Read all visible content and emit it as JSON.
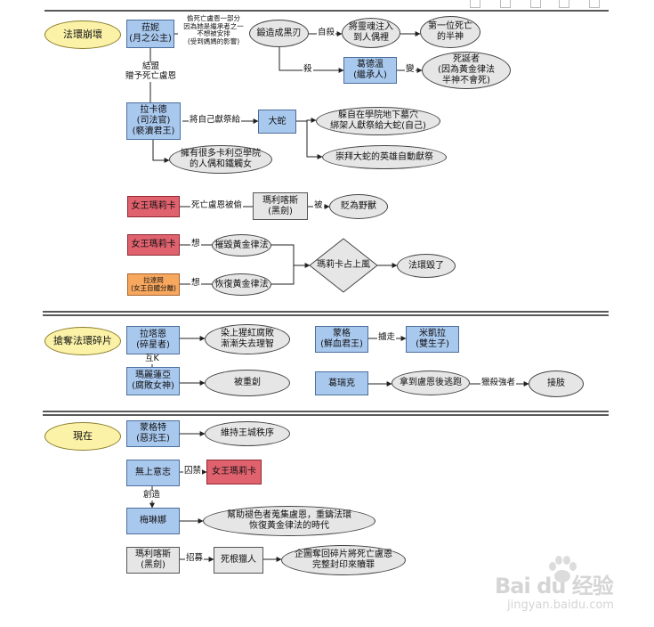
{
  "sections": [
    {
      "label": "法環崩壞"
    },
    {
      "label": "搶奪法環碎片"
    },
    {
      "label": "現在"
    }
  ],
  "nodes": {
    "ranni": "菈妮\n(月之公主)",
    "ranni_note": "偷死亡盧恩一部分\n因為她是繼承者之一\n不想被安排\n(受到媽媽的影響)",
    "forge": "鍛造成黑刃",
    "transfer": "將靈魂注入\n到人偶裡",
    "demigod": "第一位死亡\n的半神",
    "godwyn": "葛德溫\n(繼承人)",
    "born_dead": "死誕者\n(因為黃金律法\n半神不會死)",
    "rykard": "拉卡德\n(司法官)\n(褻瀆君王)",
    "serpent": "大蛇",
    "hide": "躲自在學院地下墓穴\n綁架人獻祭給大蛇(自己)",
    "hero": "崇拜大蛇的英雄自動獻祭",
    "puppets": "擁有很多卡利亞學院\n的人偶和鐵觸女",
    "marika1": "女王瑪莉卡",
    "maliketh": "瑪利喀斯\n(黑劍)",
    "beast": "貶為野獸",
    "marika2": "女王瑪莉卡",
    "radagon": "拉達岡\n(女王自體分離)",
    "destroy_law": "摧毀黃金律法",
    "restore_law": "恢復黃金律法",
    "marika_top": "瑪莉卡占上風",
    "ring_broken": "法環毀了",
    "radahn": "拉塔恩\n(碎星者)",
    "rot": "染上猩紅腐敗\n漸漸失去理智",
    "mohg": "蒙格\n(鮮血君王)",
    "miquella": "米凱拉\n(雙生子)",
    "malenia": "瑪麗蓮亞\n(腐敗女神)",
    "wounded": "被重創",
    "godrick": "葛瑞克",
    "flee": "拿到盧恩後逃跑",
    "graft": "接肢",
    "morgott": "蒙格特\n(惡兆王)",
    "guard": "維持王城秩序",
    "nameless": "無上意志",
    "marika3": "女王瑪莉卡",
    "melina": "梅琳娜",
    "help": "幫助褪色者蒐集盧恩，重鑄法環\n恢復黃金律法的時代",
    "maliketh2": "瑪利喀斯\n(黑劍)",
    "hunters": "死根獵人",
    "seal": "企圖奪回碎片將死亡盧恩\n完整封印來贖罪"
  },
  "edges": {
    "suicide": "自殺",
    "kill": "殺",
    "transform": "變",
    "alliance": "結盟\n贈予死亡盧恩",
    "sacrifice": "將自己獻祭給",
    "stolen": "死亡盧恩被偷",
    "by": "被",
    "think1": "想",
    "think2": "想",
    "pk": "互K",
    "capture": "擄走",
    "hunt": "獵殺強者",
    "imprison": "囚禁",
    "create": "創造",
    "recruit": "招募"
  },
  "watermark": {
    "logo": "Bai du 经验",
    "url": "jingyan.baidu.com"
  }
}
